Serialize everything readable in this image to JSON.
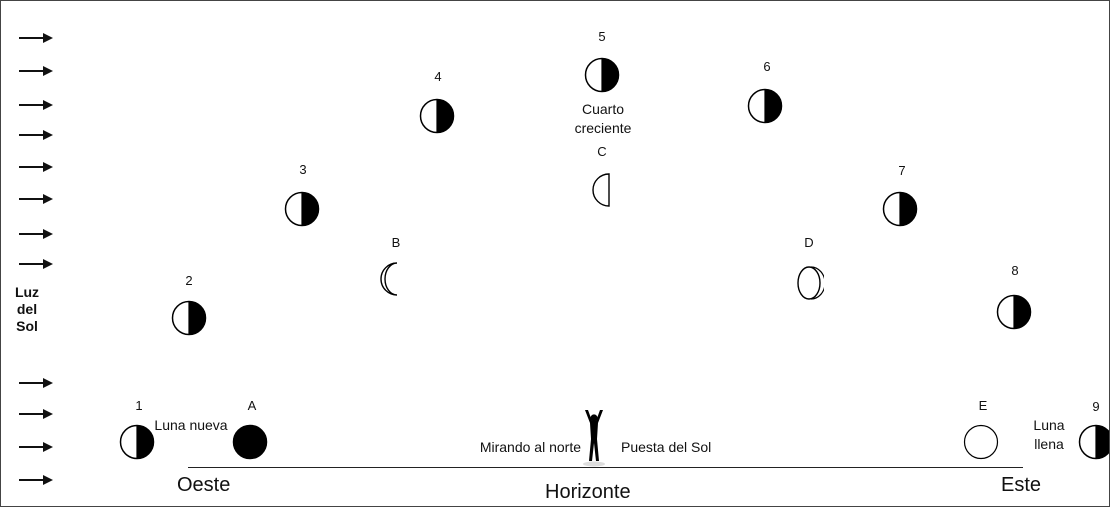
{
  "sun_light_label": [
    "Luz",
    "del",
    "Sol"
  ],
  "phases": [
    {
      "label": "1",
      "fraction": "half-left-lit"
    },
    {
      "label": "2",
      "fraction": "half-left-lit"
    },
    {
      "label": "3",
      "fraction": "half-left-lit"
    },
    {
      "label": "4",
      "fraction": "half-left-lit"
    },
    {
      "label": "5",
      "fraction": "half-left-lit"
    },
    {
      "label": "6",
      "fraction": "half-left-lit"
    },
    {
      "label": "7",
      "fraction": "half-left-lit"
    },
    {
      "label": "8",
      "fraction": "half-left-lit"
    },
    {
      "label": "9",
      "fraction": "half-left-lit"
    }
  ],
  "letters": {
    "A": "A",
    "B": "B",
    "C": "C",
    "D": "D",
    "E": "E"
  },
  "labels": {
    "new_moon": "Luna nueva",
    "first_quarter": "Cuarto creciente",
    "full_moon": "Luna llena",
    "facing_north": "Mirando al norte",
    "sunset": "Puesta del Sol",
    "west": "Oeste",
    "horizon": "Horizonte",
    "east": "Este"
  },
  "icons": {
    "arrow": "right-arrow-icon",
    "observer": "person-icon"
  }
}
